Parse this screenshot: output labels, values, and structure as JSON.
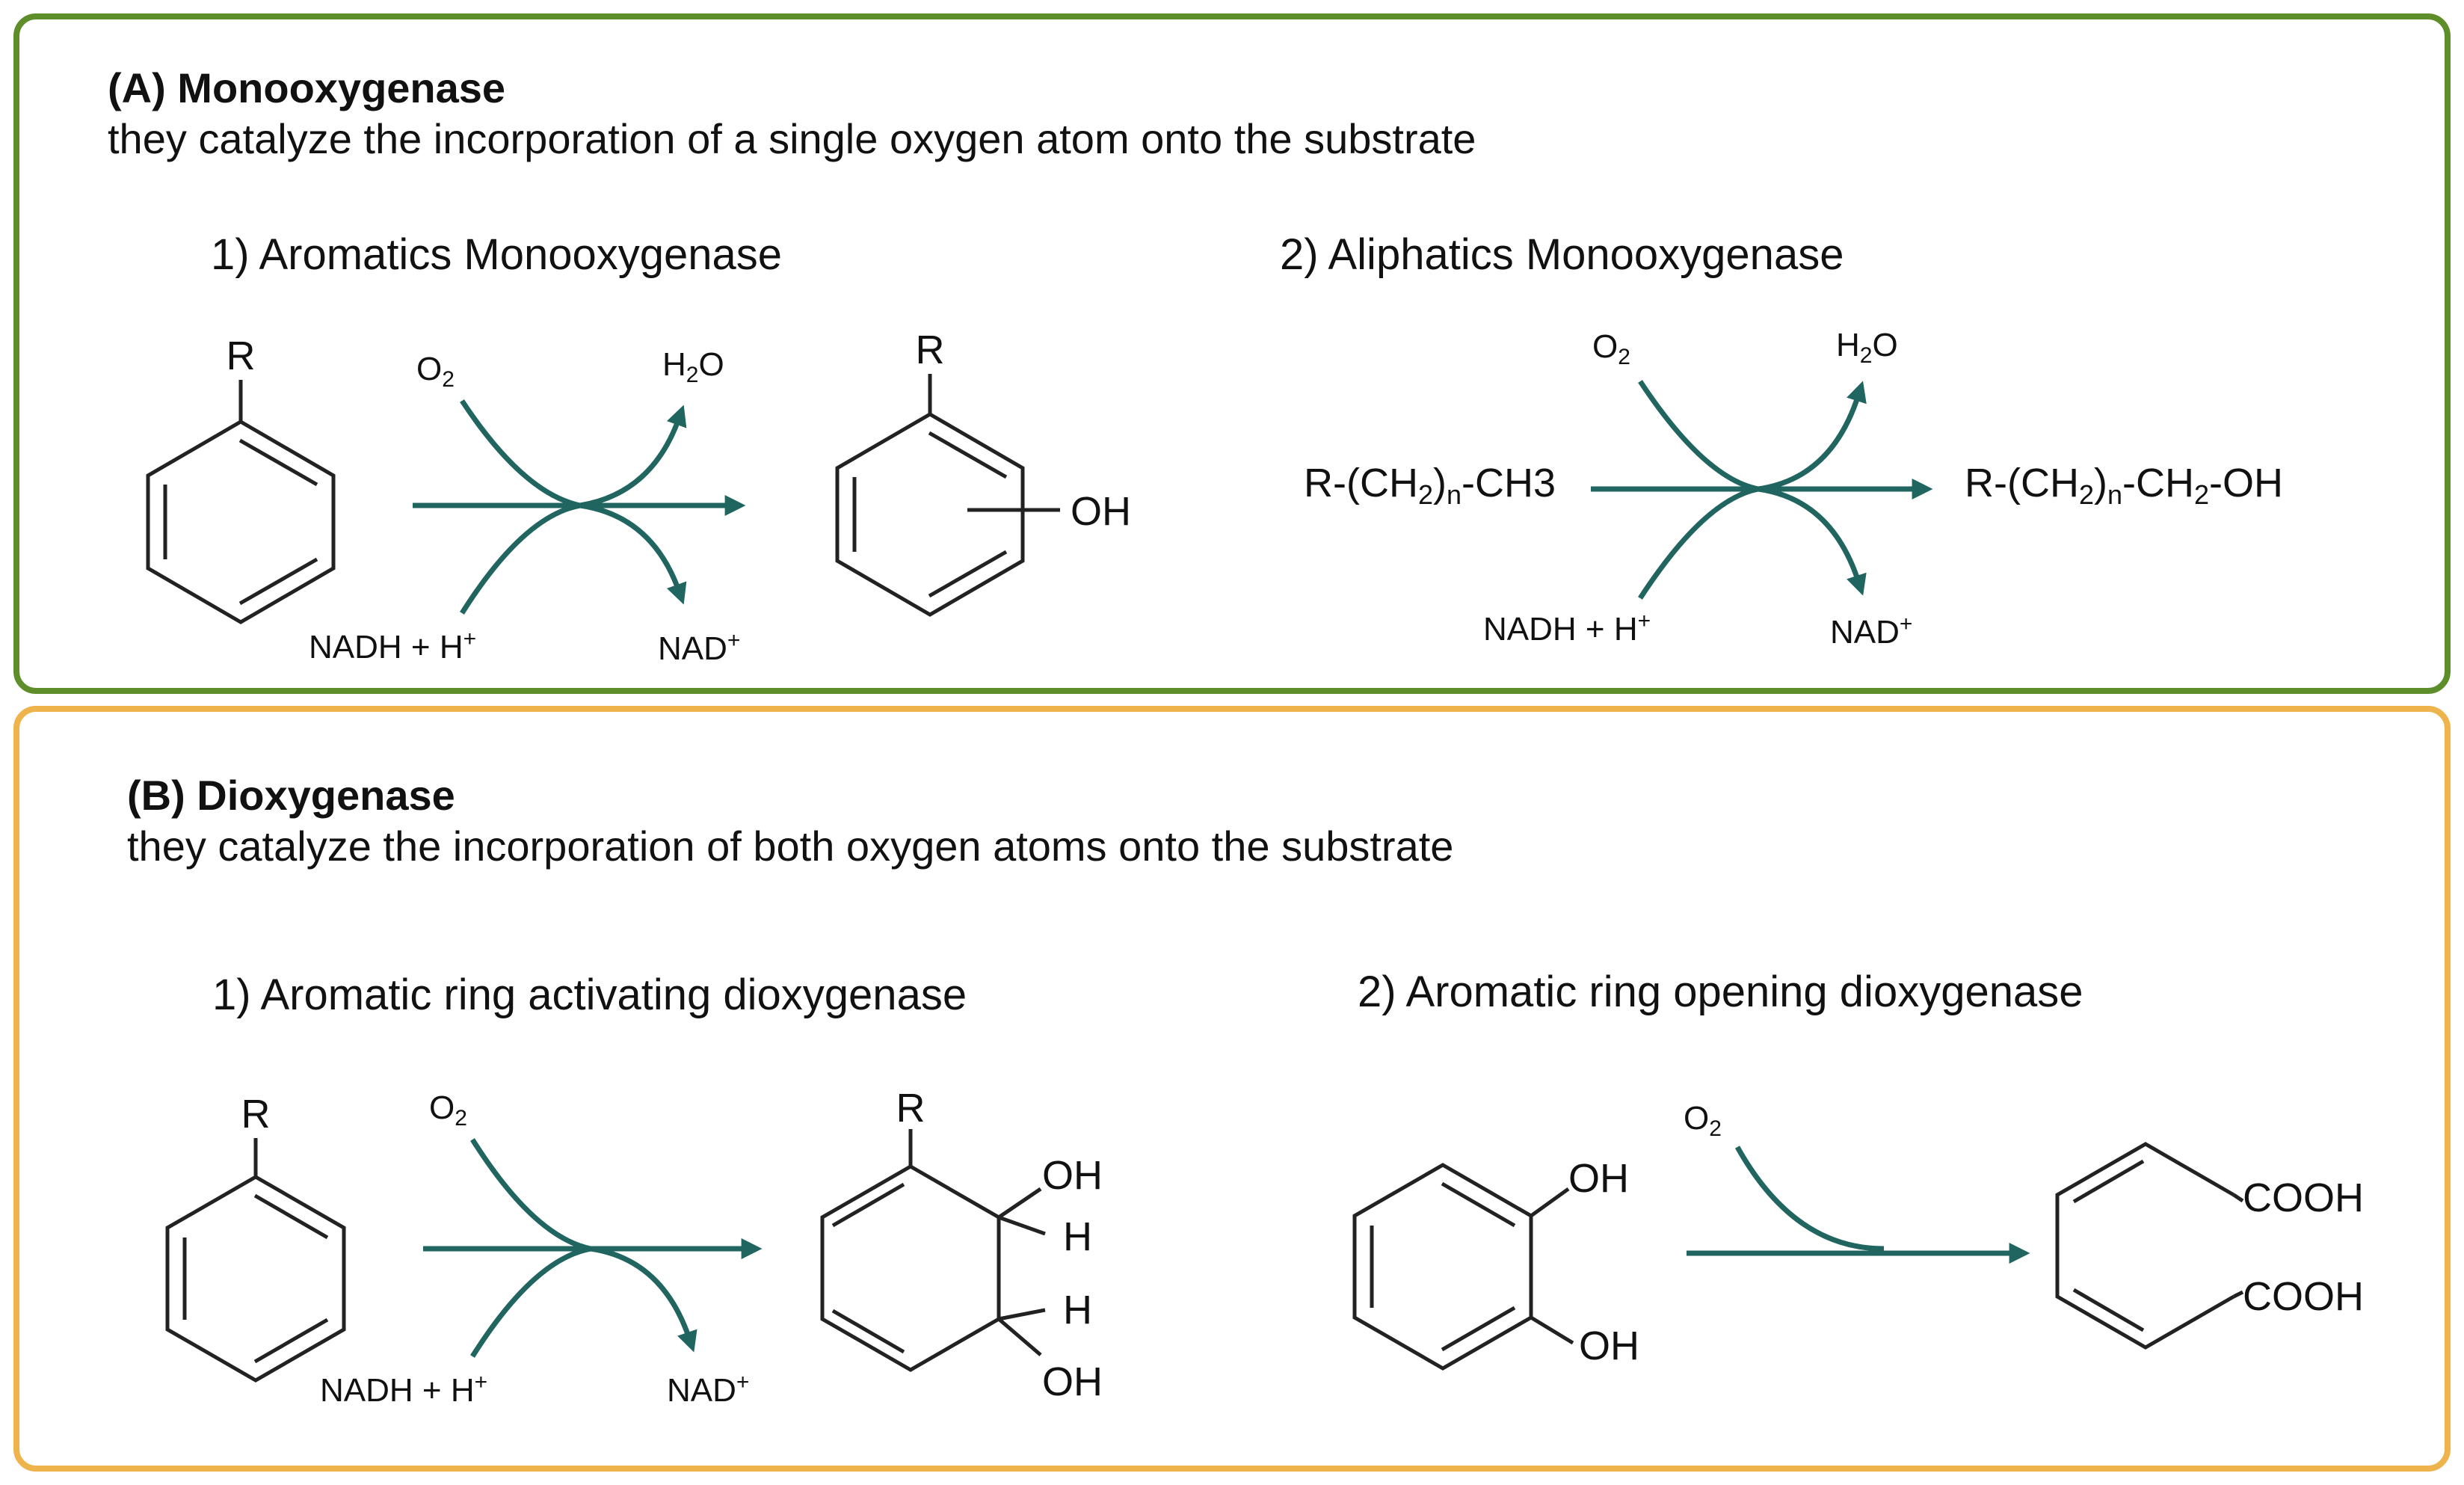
{
  "colors": {
    "panel_a_border": "#5e8e2a",
    "panel_b_border": "#eeb44b",
    "arrow": "#216560",
    "structure": "#222222"
  },
  "panel_a": {
    "label": "(A) Monooxygenase",
    "description": "they catalyze the incorporation of a single oxygen atom onto the substrate",
    "reaction_1": {
      "title": "1) Aromatics Monooxygenase",
      "substrate_substituent": "R",
      "cosubstrate_in": [
        "O",
        "2"
      ],
      "byproduct_out": [
        "H",
        "2",
        "O"
      ],
      "cofactor_in": [
        "NADH + H",
        "+"
      ],
      "cofactor_out": [
        "NAD",
        "+"
      ],
      "product_substituent": "R",
      "product_group": "OH"
    },
    "reaction_2": {
      "title": "2) Aliphatics Monooxygenase",
      "substrate": [
        "R-(CH",
        "2",
        ")",
        "n",
        "-CH3"
      ],
      "product": [
        "R-(CH",
        "2",
        ")",
        "n",
        "-CH",
        "2",
        "-OH"
      ],
      "cosubstrate_in": [
        "O",
        "2"
      ],
      "byproduct_out": [
        "H",
        "2",
        "O"
      ],
      "cofactor_in": [
        "NADH + H",
        "+"
      ],
      "cofactor_out": [
        "NAD",
        "+"
      ]
    }
  },
  "panel_b": {
    "label": "(B) Dioxygenase",
    "description": "they catalyze the incorporation of both oxygen atoms onto the substrate",
    "reaction_1": {
      "title": "1) Aromatic ring activating dioxygenase",
      "substrate_substituent": "R",
      "cosubstrate_in": [
        "O",
        "2"
      ],
      "cofactor_in": [
        "NADH + H",
        "+"
      ],
      "cofactor_out": [
        "NAD",
        "+"
      ],
      "product_substituent": "R",
      "product_labels": [
        "OH",
        "H",
        "H",
        "OH"
      ]
    },
    "reaction_2": {
      "title": "2) Aromatic ring opening dioxygenase",
      "substrate_labels": [
        "OH",
        "OH"
      ],
      "cosubstrate_in": [
        "O",
        "2"
      ],
      "product_labels": [
        "COOH",
        "COOH"
      ]
    }
  }
}
